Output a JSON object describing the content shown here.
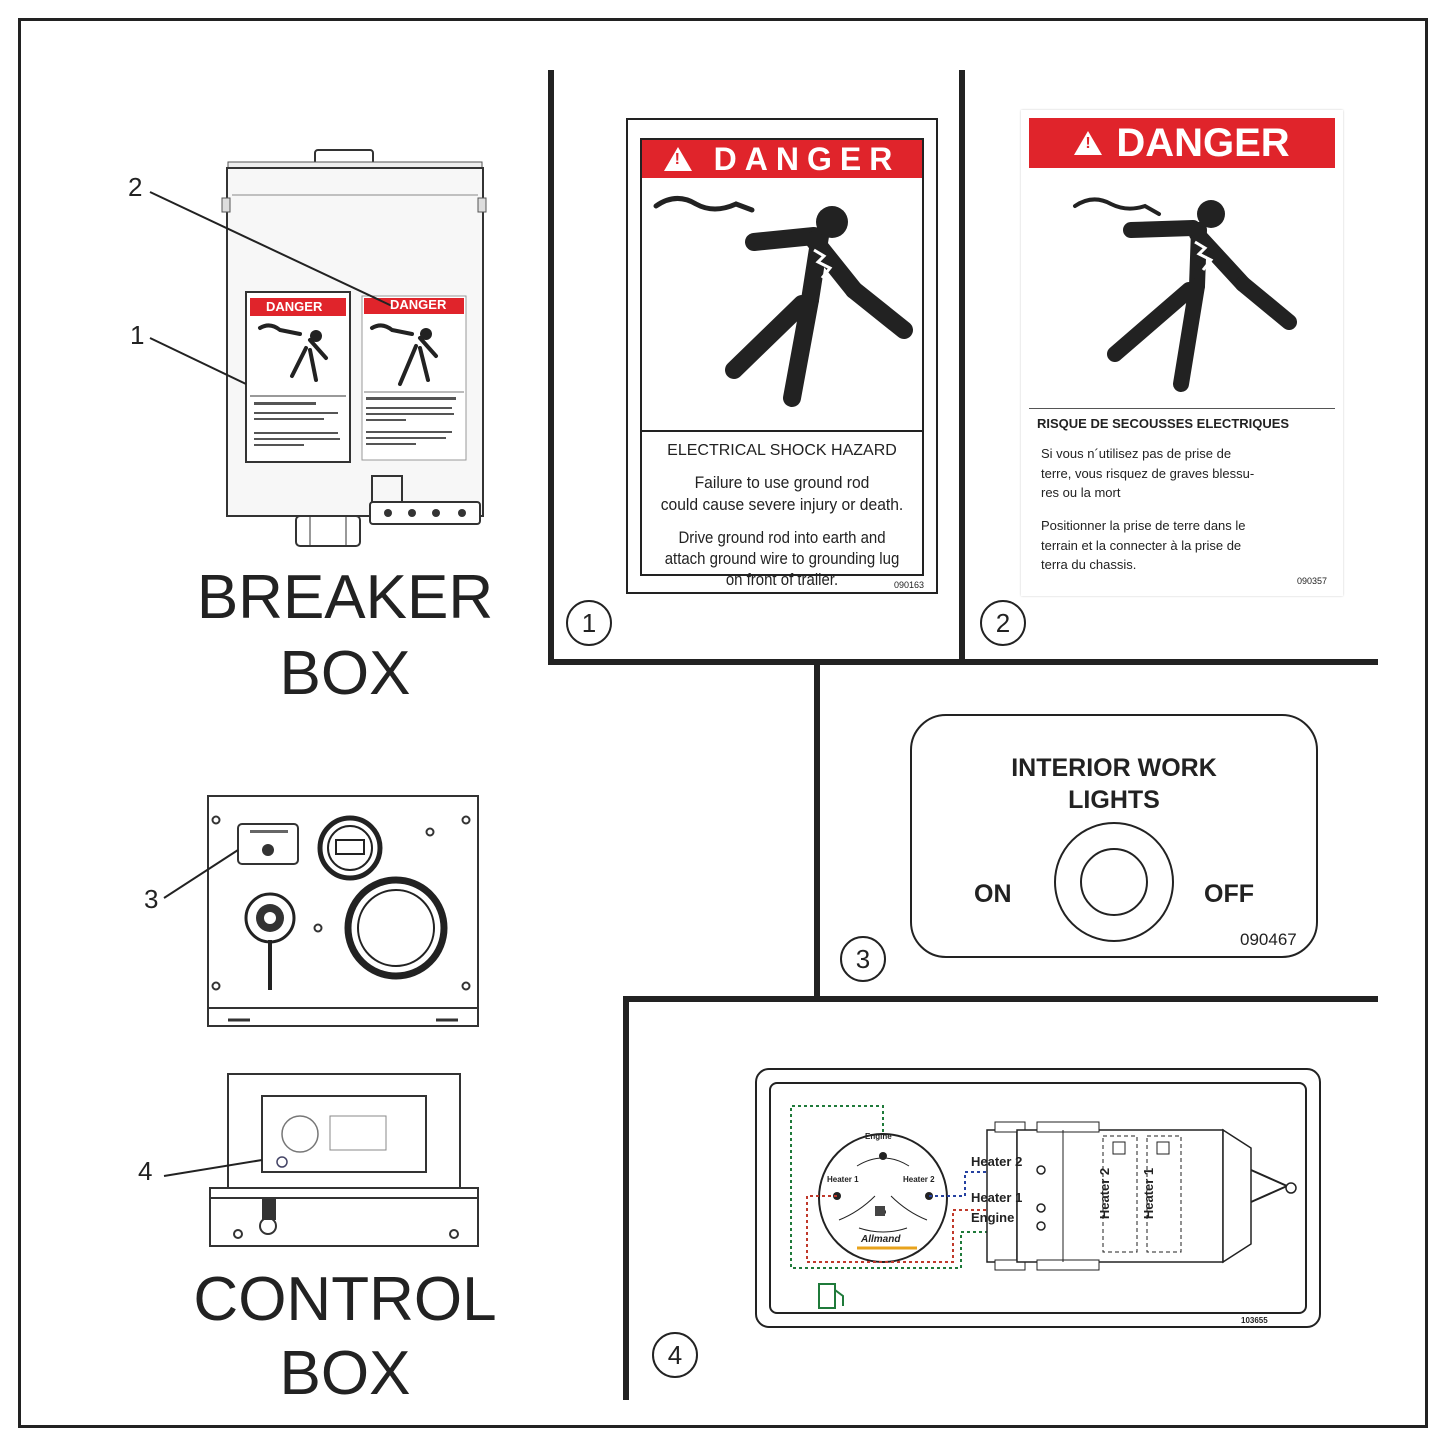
{
  "left": {
    "breaker_box_title_line1": "BREAKER",
    "breaker_box_title_line2": "BOX",
    "control_box_title_line1": "CONTROL",
    "control_box_title_line2": "BOX",
    "callout_1": "1",
    "callout_2": "2",
    "callout_3": "3",
    "callout_4": "4",
    "mini_danger_left": "DANGER",
    "mini_danger_right": "DANGER"
  },
  "panel1": {
    "number": "1",
    "header": "DANGER",
    "hazard_title": "ELECTRICAL SHOCK HAZARD",
    "line1": "Failure to use ground rod",
    "line2": "could cause severe injury or death.",
    "line3": "Drive ground rod into earth and",
    "line4": "attach ground wire to grounding lug",
    "line5": "on front of trailer.",
    "code": "090163"
  },
  "panel2": {
    "number": "2",
    "header": "DANGER",
    "hazard_title": "RISQUE DE SECOUSSES ELECTRIQUES",
    "line1": "Si vous n´utilisez pas de prise de",
    "line2": "terre, vous risquez de graves blessu-",
    "line3": "res ou la mort",
    "line4": "Positionner la prise de terre dans le",
    "line5": "terrain et la connecter à la prise de",
    "line6": "terra du chassis.",
    "code": "090357"
  },
  "panel3": {
    "number": "3",
    "title_line1": "INTERIOR WORK",
    "title_line2": "LIGHTS",
    "on": "ON",
    "off": "OFF",
    "code": "090467"
  },
  "panel4": {
    "number": "4",
    "heater2": "Heater 2",
    "heater1": "Heater 1",
    "engine": "Engine",
    "gauge_engine": "Engine",
    "gauge_heater1": "Heater 1",
    "gauge_heater2": "Heater 2",
    "brand": "Allmand",
    "slot_heater2": "Heater 2",
    "slot_heater1": "Heater 1",
    "code": "103655"
  }
}
